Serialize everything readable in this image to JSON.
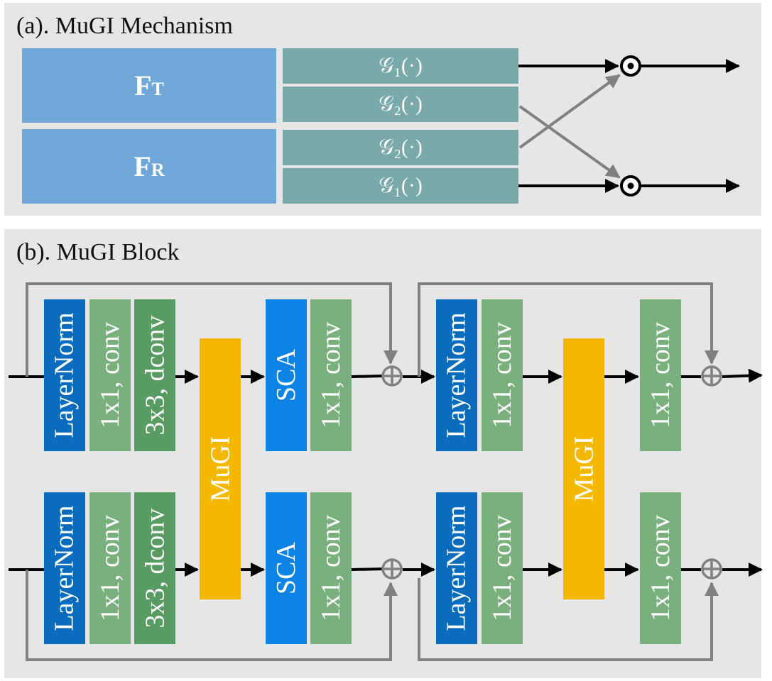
{
  "panel_a": {
    "title": "(a).  MuGI Mechanism",
    "feature_top": {
      "main": "F",
      "sub": "T"
    },
    "feature_bottom": {
      "main": "F",
      "sub": "R"
    },
    "gates": [
      "𝒢₁(·)",
      "𝒢₂(·)",
      "𝒢₂(·)",
      "𝒢₁(·)"
    ],
    "operator_symbol": "⊙"
  },
  "panel_b": {
    "title": "(b).  MuGI Block",
    "labels": {
      "layernorm": "LayerNorm",
      "conv1": "1x1, conv",
      "dconv": "3x3, dconv",
      "mugi": "MuGI",
      "sca": "SCA"
    },
    "add_symbol": "⊕"
  },
  "colors": {
    "panel_bg": "#e6e6e6",
    "feature": "#6fa7d8",
    "gate": "#79aaa9",
    "layernorm": "#0a6cbc",
    "conv": "#7ab07d",
    "dconv": "#589c63",
    "sca": "#0b84e6",
    "mugi": "#f5b800",
    "arrow_black": "#000000",
    "arrow_gray": "#808080"
  }
}
